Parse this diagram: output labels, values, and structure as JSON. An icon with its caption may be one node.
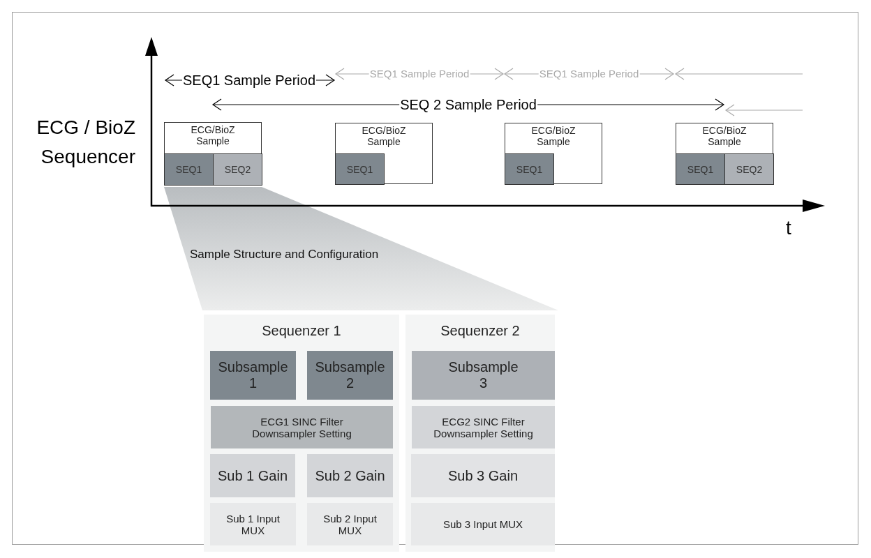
{
  "diagram": {
    "nodes": [
      {
        "text": [
          "ECG/BioZ Sample"
        ]
      },
      {
        "text": [
          "SEQ1"
        ],
        "in": 0
      },
      {
        "text": [
          "SEQ2"
        ],
        "in": 0
      },
      {
        "text": [
          "ECG/BioZ Sample"
        ]
      },
      {
        "text": [
          "SEQ1"
        ],
        "in": 3
      },
      {
        "text": [
          "ECG/BioZ Sample"
        ]
      },
      {
        "text": [
          "SEQ1"
        ],
        "in": 5
      },
      {
        "text": [
          "ECG/BioZ Sample"
        ]
      },
      {
        "text": [
          "SEQ1"
        ],
        "in": 7
      },
      {
        "text": [
          "SEQ2"
        ],
        "in": 7
      },
      {
        "text": [
          "Sequenzer 1"
        ]
      },
      {
        "text": [
          "Subsample 1"
        ],
        "in": 10
      },
      {
        "text": [
          "Subsample 2"
        ],
        "in": 10
      },
      {
        "text": [
          "ECG1 SINC Filter Downsampler Setting"
        ],
        "in": 10
      },
      {
        "text": [
          "Sub 1 Gain"
        ],
        "in": 10
      },
      {
        "text": [
          "Sub 2 Gain"
        ],
        "in": 10
      },
      {
        "text": [
          "Sub 1 Input MUX"
        ],
        "in": 10
      },
      {
        "text": [
          "Sub 2 Input MUX"
        ],
        "in": 10
      },
      {
        "text": [
          "Sequenzer 2"
        ]
      },
      {
        "text": [
          "Subsample 3"
        ],
        "in": 18
      },
      {
        "text": [
          "ECG2 SINC Filter Downsampler Setting"
        ],
        "in": 18
      },
      {
        "text": [
          "Sub 3 Gain"
        ],
        "in": 18
      },
      {
        "text": [
          "Sub 3 Input MUX"
        ],
        "in": 18
      }
    ],
    "labels": [
      "ECG / BioZ Sequencer",
      "SEQ1 Sample Period",
      "SEQ1 Sample Period",
      "SEQ1 Sample Period",
      "SEQ 2 Sample Period",
      "t",
      "Sample Structure and Configuration"
    ]
  }
}
